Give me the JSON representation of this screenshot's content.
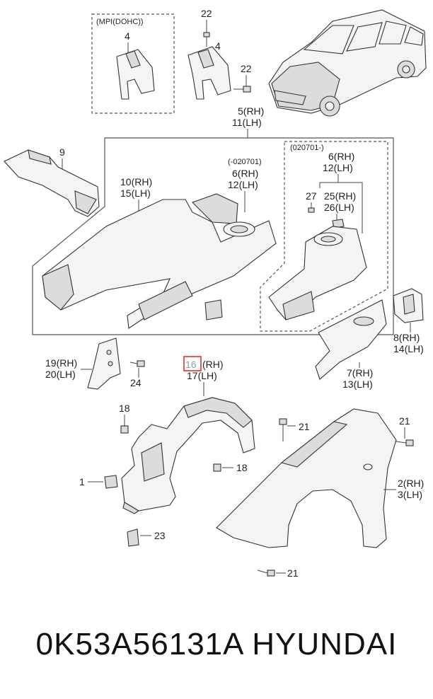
{
  "callouts": {
    "c22a": "22",
    "c4a": "4",
    "c22b": "22",
    "c4b": "4",
    "c5": "5(RH)",
    "c11": "11(LH)",
    "c9": "9",
    "c10": "10(RH)",
    "c15": "15(LH)",
    "c6a": "6(RH)",
    "c12a": "12(LH)",
    "c6b": "6(RH)",
    "c12b": "12(LH)",
    "c27": "27",
    "c25": "25(RH)",
    "c26": "26(LH)",
    "c8": "8(RH)",
    "c14": "14(LH)",
    "c19": "19(RH)",
    "c20": "20(LH)",
    "c24": "24",
    "c16n": "16",
    "c16s": "(RH)",
    "c17": "17(LH)",
    "c7": "7(RH)",
    "c13": "13(LH)",
    "c18a": "18",
    "c18b": "18",
    "c21a": "21",
    "c21b": "21",
    "c21c": "21",
    "c1": "1",
    "c2": "2(RH)",
    "c3": "3(LH)",
    "c23": "23"
  },
  "notes": {
    "mpi": "(MPI(DOHC))",
    "before": "(-020701)",
    "after": "(020701-)"
  },
  "highlight_color": "#e03030",
  "footer": {
    "text": "0K53A56131A   HYUNDAI"
  }
}
